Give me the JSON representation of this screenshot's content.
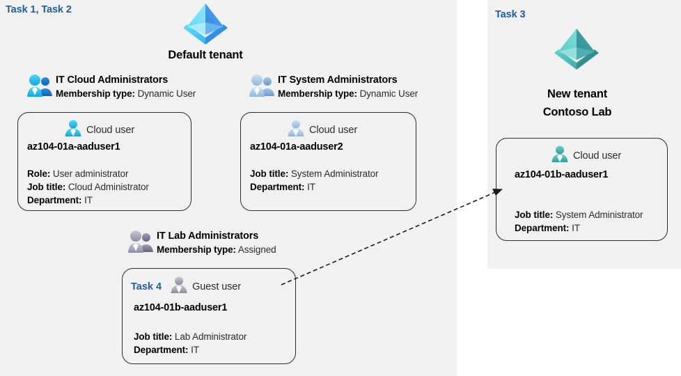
{
  "panels": [
    {
      "id": "default-tenant",
      "task_label": "Task 1, Task 2",
      "tenant_title": "Default tenant",
      "tenant_icon": "azure-ad-tenant-icon",
      "accent": "#3fb9f0"
    },
    {
      "id": "new-tenant",
      "task_label": "Task 3",
      "tenant_title_line1": "New  tenant",
      "tenant_title_line2": "Contoso Lab",
      "tenant_icon": "azure-ad-tenant-icon",
      "accent": "#4fb3b3"
    }
  ],
  "groups": [
    {
      "id": "it-cloud-administrators",
      "icon": "group-users-icon",
      "name": "IT Cloud Administrators",
      "membership_label": "Membership type:",
      "membership_value": "Dynamic User",
      "icon_color": "#35c5ef",
      "icon_color_dark": "#1a7fd4"
    },
    {
      "id": "it-system-administrators",
      "icon": "group-users-icon",
      "name": "IT System Administrators",
      "membership_label": "Membership type:",
      "membership_value": "Dynamic User",
      "icon_color": "#a9c6e4",
      "icon_color_dark": "#6f9fcd"
    },
    {
      "id": "it-lab-administrators",
      "icon": "group-users-icon",
      "name": "IT Lab Administrators",
      "membership_label": "Membership type:",
      "membership_value": "Assigned",
      "icon_color": "#b4b4c4",
      "icon_color_dark": "#71718a"
    }
  ],
  "users": [
    {
      "id": "az104-01a-aaduser1",
      "user_type": "Cloud user",
      "icon": "cloud-user-icon",
      "icon_color": "#35c5ef",
      "upn": "az104-01a-aaduser1",
      "task_inline": "",
      "props": [
        {
          "label": "Role:",
          "value": "User administrator"
        },
        {
          "label": "Job title:",
          "value": "Cloud Administrator"
        },
        {
          "label": "Department:",
          "value": "IT"
        }
      ]
    },
    {
      "id": "az104-01a-aaduser2",
      "user_type": "Cloud user",
      "icon": "cloud-user-icon",
      "icon_color": "#a9c6e4",
      "upn": "az104-01a-aaduser2",
      "task_inline": "",
      "props": [
        {
          "label": "Job title:",
          "value": "System Administrator"
        },
        {
          "label": "Department:",
          "value": "IT"
        }
      ]
    },
    {
      "id": "az104-01b-aaduser1-guest",
      "user_type": "Guest user",
      "icon": "guest-user-icon",
      "icon_color": "#b4b4c4",
      "upn": "az104-01b-aaduser1",
      "task_inline": "Task 4",
      "props": [
        {
          "label": "Job title:",
          "value": "Lab Administrator"
        },
        {
          "label": "Department:",
          "value": "IT"
        }
      ]
    },
    {
      "id": "az104-01b-aaduser1-cloud",
      "user_type": "Cloud user",
      "icon": "cloud-user-icon",
      "icon_color": "#4fb3b3",
      "upn": "az104-01b-aaduser1",
      "task_inline": "",
      "props": [
        {
          "label": "Job title:",
          "value": "System Administrator"
        },
        {
          "label": "Department:",
          "value": "IT"
        }
      ]
    }
  ],
  "connector": {
    "id": "guest-invite-connector",
    "style": "dashed-arrow",
    "from": "az104-01b-aaduser1-guest",
    "to": "az104-01b-aaduser1-cloud",
    "color": "#1a1a1a"
  },
  "colors": {
    "panel_bg": "#f1f1f1",
    "page_bg": "#ffffff",
    "task_blue": "#1f5fa0",
    "card_border": "#2b2b2b",
    "text": "#2b2b2b",
    "heading": "#000000"
  }
}
